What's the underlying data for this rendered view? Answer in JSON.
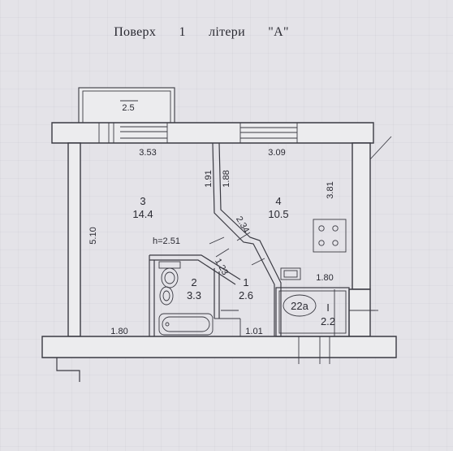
{
  "header": {
    "floor_label": "Поверх",
    "floor_number": "1",
    "letter_label": "літери",
    "letter_value": "\"А\""
  },
  "rooms": [
    {
      "number": "3",
      "area": "14.4"
    },
    {
      "number": "4",
      "area": "10.5"
    },
    {
      "number": "2",
      "area": "3.3"
    },
    {
      "number": "1",
      "area": "2.6"
    },
    {
      "number": "І",
      "area": "2.2"
    }
  ],
  "balcony": {
    "area": "2.5"
  },
  "apartment_tag": "22а",
  "ceiling_height": "h=2.51",
  "dimensions": {
    "top_left": "3.53",
    "top_right": "3.09",
    "left_height": "5.10",
    "right_height": "3.81",
    "partition_a": "1.91",
    "partition_b": "1.88",
    "diagonal_a": "2.34",
    "diagonal_b": "1.23",
    "bottom_left": "1.80",
    "bottom_mid": "1.01",
    "mid_right": "1.80"
  }
}
